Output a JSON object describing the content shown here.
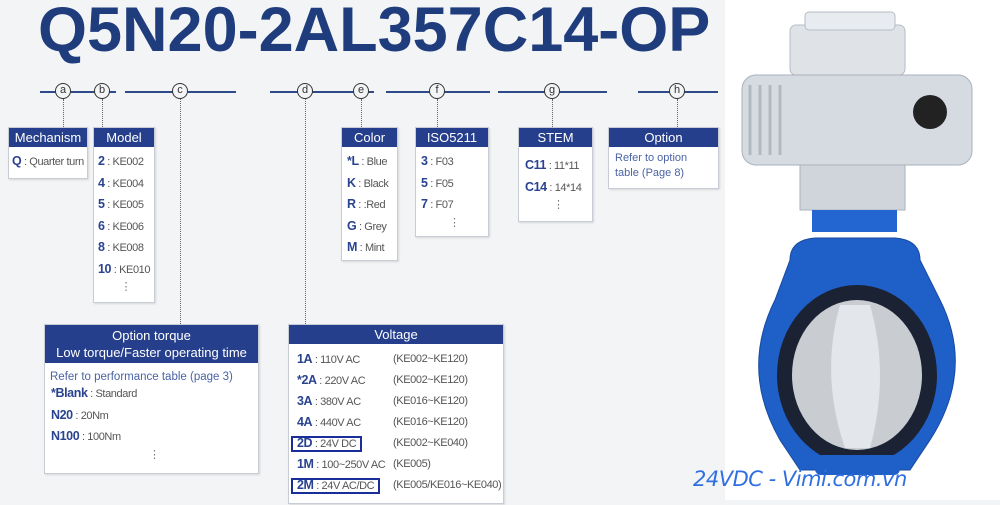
{
  "title": "Q5N20-2AL357C14-OP",
  "markers": [
    "a",
    "b",
    "c",
    "d",
    "e",
    "f",
    "g",
    "h"
  ],
  "mechanism": {
    "header": "Mechanism",
    "rows": [
      {
        "code": "Q",
        "value": " : Quarter turn"
      }
    ]
  },
  "model": {
    "header": "Model",
    "rows": [
      {
        "code": "2",
        "value": " : KE002"
      },
      {
        "code": "4",
        "value": " : KE004"
      },
      {
        "code": "5",
        "value": " : KE005"
      },
      {
        "code": "6",
        "value": " : KE006"
      },
      {
        "code": "8",
        "value": " : KE008"
      },
      {
        "code": "10",
        "value": " : KE010"
      }
    ],
    "more": "⋮"
  },
  "color": {
    "header": "Color",
    "rows": [
      {
        "code": "*L",
        "value": " : Blue"
      },
      {
        "code": "K",
        "value": " : Black"
      },
      {
        "code": "R",
        "value": " : :Red"
      },
      {
        "code": "G",
        "value": " : Grey"
      },
      {
        "code": "M",
        "value": " : Mint"
      }
    ]
  },
  "iso": {
    "header": "ISO5211",
    "rows": [
      {
        "code": "3",
        "value": " : F03"
      },
      {
        "code": "5",
        "value": " : F05"
      },
      {
        "code": "7",
        "value": " : F07"
      }
    ],
    "more": "⋮"
  },
  "stem": {
    "header": "STEM",
    "rows": [
      {
        "code": "C11",
        "value": " : 11*11"
      },
      {
        "code": "C14",
        "value": " : 14*14"
      }
    ],
    "more": "⋮"
  },
  "option": {
    "header": "Option",
    "ref": "Refer to option table (Page 8)"
  },
  "torque": {
    "header1": "Option torque",
    "header2": "Low torque/Faster operating time",
    "ref": "Refer to performance table (page 3)",
    "rows": [
      {
        "code": "*Blank",
        "value": " : Standard"
      },
      {
        "code": "N20",
        "value": " : 20Nm"
      },
      {
        "code": "N100",
        "value": " : 100Nm"
      }
    ],
    "more": "⋮"
  },
  "voltage": {
    "header": "Voltage",
    "rows": [
      {
        "code": "1A",
        "value": " : 110V AC",
        "range": "(KE002~KE120)",
        "highlight": false
      },
      {
        "code": "*2A",
        "value": " : 220V AC",
        "range": "(KE002~KE120)",
        "highlight": false
      },
      {
        "code": "3A",
        "value": " : 380V AC",
        "range": "(KE016~KE120)",
        "highlight": false
      },
      {
        "code": "4A",
        "value": " : 440V AC",
        "range": "(KE016~KE120)",
        "highlight": false
      },
      {
        "code": "2D",
        "value": " : 24V DC",
        "range": "(KE002~KE040)",
        "highlight": true
      },
      {
        "code": "1M",
        "value": " : 100~250V AC",
        "range": "(KE005)",
        "highlight": false
      },
      {
        "code": "2M",
        "value": " : 24V AC/DC",
        "range": "(KE005/KE016~KE040)",
        "highlight": true
      }
    ]
  },
  "watermark": "24VDC - Vimi.com.vn",
  "colors": {
    "navy": "#263f8c",
    "title": "#1f3d7d",
    "valve_blue": "#1f5fc8",
    "watermark": "#2f6fe0"
  }
}
